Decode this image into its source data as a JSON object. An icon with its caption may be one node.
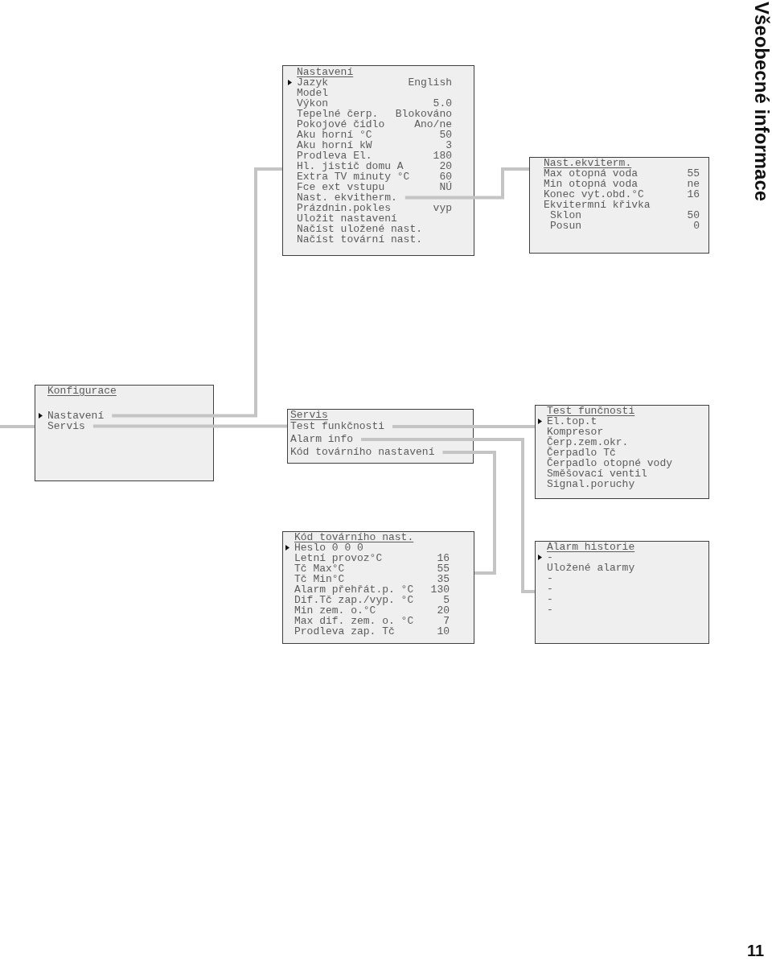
{
  "diagram": {
    "nodes": [
      {
        "text": [
          "Nastavení"
        ]
      },
      {
        "text": [
          "Jazyk"
        ],
        "in": 0
      },
      {
        "text": [
          "English"
        ],
        "in": 0
      },
      {
        "text": [
          "Model"
        ],
        "in": 0
      },
      {
        "text": [
          "Výkon",
          "5.0"
        ],
        "in": 0
      },
      {
        "text": [
          "Tepelné čerp.",
          "Blokováno"
        ],
        "in": 0
      },
      {
        "text": [
          "Pokojové čidlo",
          "Ano/ne"
        ],
        "in": 0
      },
      {
        "text": [
          "Aku horní °C",
          "50"
        ],
        "in": 0
      },
      {
        "text": [
          "Aku horní kW",
          "3"
        ],
        "in": 0
      },
      {
        "text": [
          "Prodleva El.",
          "180"
        ],
        "in": 0
      },
      {
        "text": [
          "Hl. jistič domu A",
          "20"
        ],
        "in": 0
      },
      {
        "text": [
          "Extra TV minuty °C",
          "60"
        ],
        "in": 0
      },
      {
        "text": [
          "Fce ext vstupu",
          "NÚ"
        ],
        "in": 0
      },
      {
        "text": [
          "Nast. ekvitherm."
        ],
        "in": 0
      },
      {
        "text": [
          "Prázdnin.pokles",
          "vyp"
        ],
        "in": 0
      },
      {
        "text": [
          "Uložit nastavení"
        ],
        "in": 0
      },
      {
        "text": [
          "Načíst uložené nast."
        ],
        "in": 0
      },
      {
        "text": [
          "Načíst tovární nast."
        ],
        "in": 0
      },
      {
        "text": [
          "Nast.ekviterm."
        ]
      },
      {
        "text": [
          "Max otopná voda",
          "55"
        ],
        "in": 18
      },
      {
        "text": [
          "Min otopná voda",
          "ne"
        ],
        "in": 18
      },
      {
        "text": [
          "Konec vyt.obd.°C",
          "16"
        ],
        "in": 18
      },
      {
        "text": [
          "Ekvitermní křivka"
        ],
        "in": 18
      },
      {
        "text": [
          "Sklon",
          "50"
        ],
        "in": 18
      },
      {
        "text": [
          "Posun",
          "0"
        ],
        "in": 18
      },
      {
        "text": [
          "Konfigurace"
        ]
      },
      {
        "text": [
          "Nastavení"
        ],
        "in": 25
      },
      {
        "text": [
          "Servis"
        ],
        "in": 25
      },
      {
        "text": [
          "Servis"
        ]
      },
      {
        "text": [
          "Test funkčnosti"
        ],
        "in": 28
      },
      {
        "text": [
          "Alarm info"
        ],
        "in": 28
      },
      {
        "text": [
          "Kód továrního nastavení"
        ],
        "in": 28
      },
      {
        "text": [
          "Test funčnosti"
        ]
      },
      {
        "text": [
          "El.top.t"
        ],
        "in": 32
      },
      {
        "text": [
          "Kompresor"
        ],
        "in": 32
      },
      {
        "text": [
          "Čerp.zem.okr."
        ],
        "in": 32
      },
      {
        "text": [
          "Čerpadlo Tč"
        ],
        "in": 32
      },
      {
        "text": [
          "Čerpadlo otopné vody"
        ],
        "in": 32
      },
      {
        "text": [
          "Směšovací ventil"
        ],
        "in": 32
      },
      {
        "text": [
          "Signal.poruchy"
        ],
        "in": 32
      },
      {
        "text": [
          "Kód továrního nast."
        ]
      },
      {
        "text": [
          "Heslo 0 0 0"
        ],
        "in": 40
      },
      {
        "text": [
          "Letní provoz°C",
          "16"
        ],
        "in": 40
      },
      {
        "text": [
          "Tč Max°C",
          "55"
        ],
        "in": 40
      },
      {
        "text": [
          "Tč Min°C",
          "35"
        ],
        "in": 40
      },
      {
        "text": [
          "Alarm přehřát.p. °C",
          "130"
        ],
        "in": 40
      },
      {
        "text": [
          "Dif.Tč zap./vyp. °C",
          "5"
        ],
        "in": 40
      },
      {
        "text": [
          "Min zem. o.°C",
          "20"
        ],
        "in": 40
      },
      {
        "text": [
          "Max dif. zem. o. °C",
          "7"
        ],
        "in": 40
      },
      {
        "text": [
          "Prodleva zap. Tč",
          "10"
        ],
        "in": 40
      },
      {
        "text": [
          "Alarm historie"
        ]
      },
      {
        "text": [
          "-"
        ],
        "in": 50
      },
      {
        "text": [
          "Uložené alarmy"
        ],
        "in": 50
      },
      {
        "text": [
          "-"
        ],
        "in": 50
      },
      {
        "text": [
          "-"
        ],
        "in": 50
      },
      {
        "text": [
          "-"
        ],
        "in": 50
      },
      {
        "text": [
          "-"
        ],
        "in": 50
      }
    ],
    "edges": [
      {
        "from": 26,
        "to": 0,
        "arrow": "none"
      },
      {
        "from": 13,
        "to": 18,
        "arrow": "none"
      },
      {
        "from": null,
        "to": 25,
        "arrow": "none"
      },
      {
        "from": 27,
        "to": 28,
        "arrow": "none"
      },
      {
        "from": 29,
        "to": 32,
        "arrow": "none"
      },
      {
        "from": 30,
        "to": 50,
        "arrow": "none"
      },
      {
        "from": 31,
        "to": 40,
        "arrow": "none"
      }
    ],
    "labels": [
      "Všeobecné informace",
      "11"
    ]
  }
}
